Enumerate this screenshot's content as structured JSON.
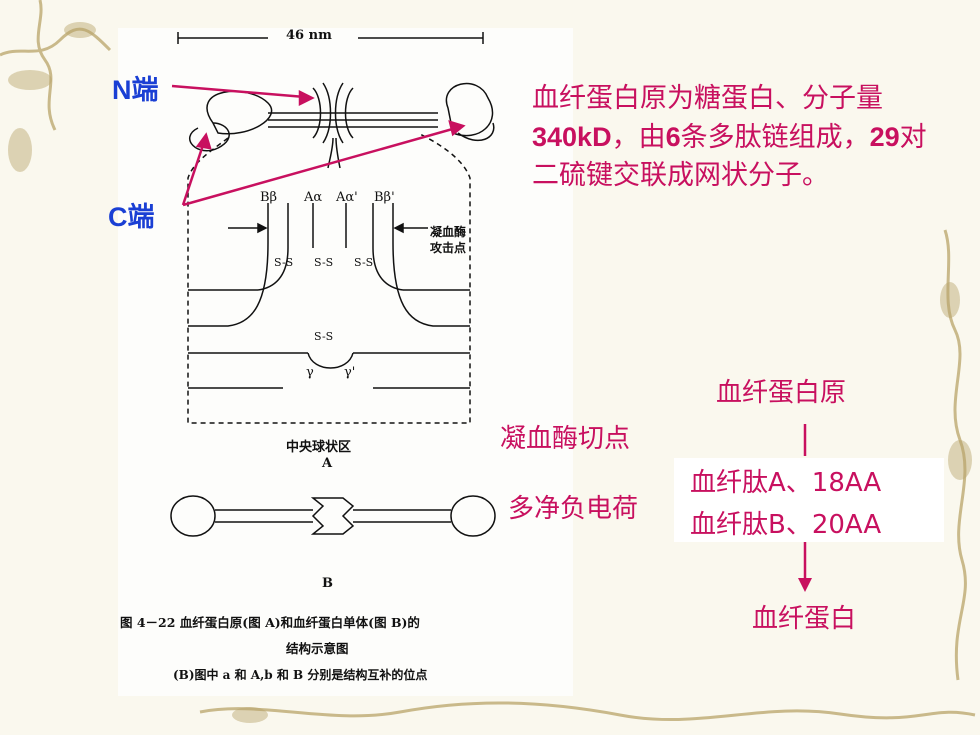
{
  "labels": {
    "n_term": "N端",
    "c_term": "C端"
  },
  "description": {
    "part1": "血纤蛋白原为糖蛋白、分子量",
    "mw": "340kD",
    "part2": "，由",
    "chains": "6",
    "part3": "条多肽链组成，",
    "bonds": "29",
    "part4": "对二硫键交联成网状分子。"
  },
  "annotations": {
    "thrombin_site": "凝血酶切点",
    "negative_charge": "多净负电荷"
  },
  "flow": {
    "top": "血纤蛋白原",
    "fpa": "血纤肽A、18AA",
    "fpb": "血纤肽B、20AA",
    "bottom": "血纤蛋白"
  },
  "figure": {
    "scale": "46 nm",
    "chain_labels": [
      "Bβ",
      "Aα",
      "Aα'",
      "Bβ'"
    ],
    "ss": "S-S",
    "thrombin_label_1": "凝血酶",
    "thrombin_label_2": "攻击点",
    "gamma": "γ",
    "gamma_prime": "γ'",
    "central_region": "中央球状区",
    "panel_a": "A",
    "panel_b": "B",
    "caption_line1": "图 4－22  血纤蛋白原(图 A)和血纤蛋白单体(图 B)的",
    "caption_line2": "结构示意图",
    "caption_line3": "(B)图中 a 和 A,b 和 B 分别是结构互补的位点"
  },
  "colors": {
    "accent": "#c8105f",
    "blue_label": "#1a3fd4",
    "arrow": "#c8105f"
  }
}
